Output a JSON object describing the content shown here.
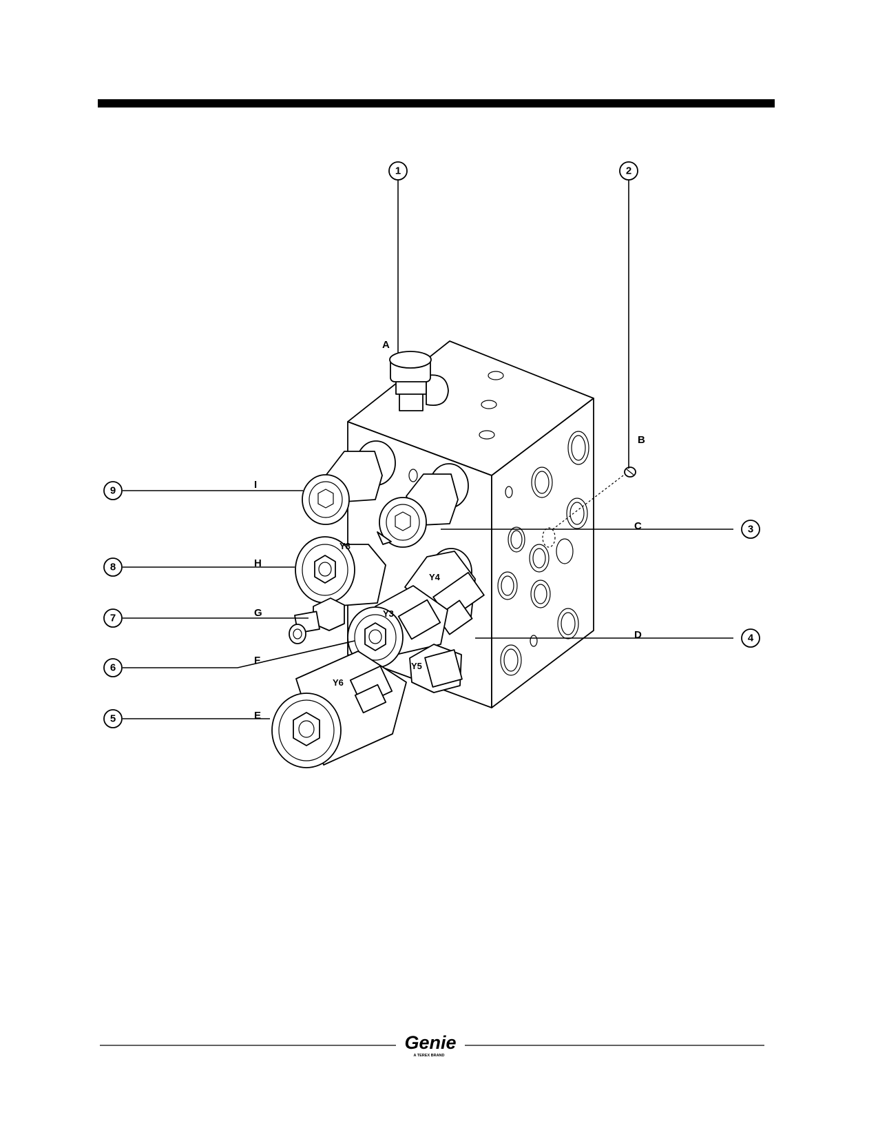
{
  "callouts": {
    "c1": "1",
    "c2": "2",
    "c3": "3",
    "c4": "4",
    "c5": "5",
    "c6": "6",
    "c7": "7",
    "c8": "8",
    "c9": "9"
  },
  "letters": {
    "A": "A",
    "B": "B",
    "C": "C",
    "D": "D",
    "E": "E",
    "F": "F",
    "G": "G",
    "H": "H",
    "I": "I"
  },
  "coils": {
    "y3": "Y3",
    "y4": "Y4",
    "y5": "Y5",
    "y6": "Y6",
    "y8": "Y8"
  },
  "footer": {
    "brand": "Genie",
    "tagline": "A TEREX BRAND"
  }
}
